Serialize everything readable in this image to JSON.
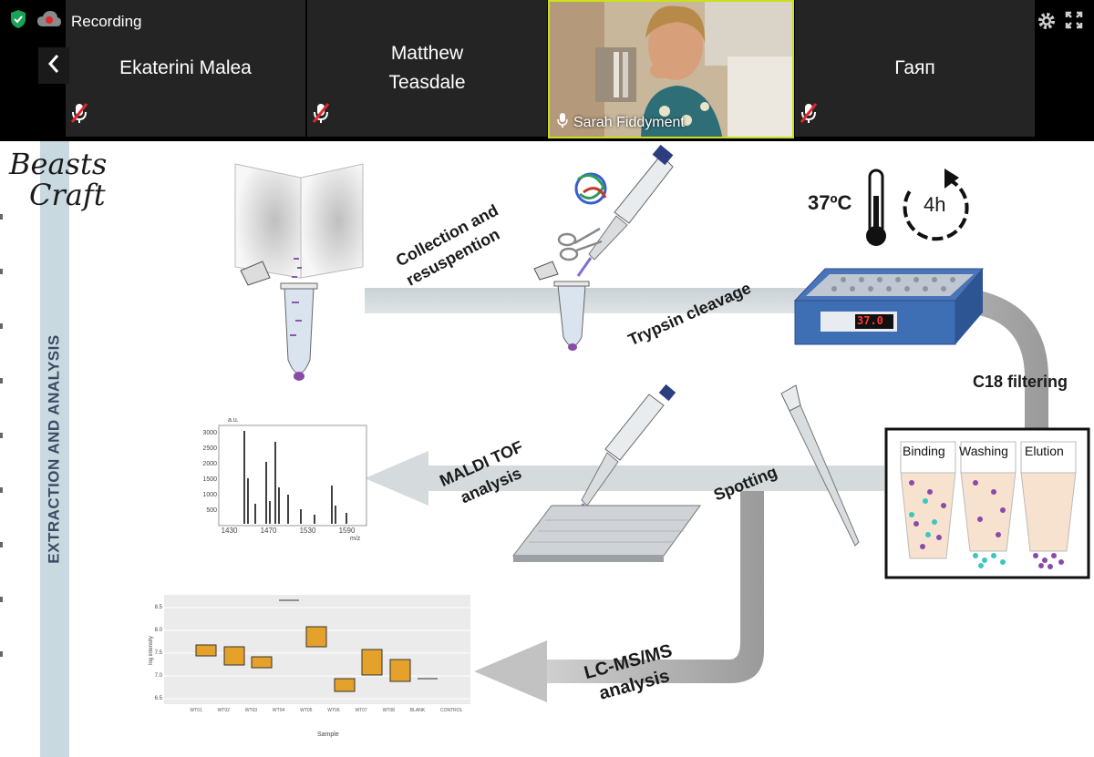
{
  "meeting": {
    "recording_label": "Recording",
    "participants": [
      {
        "name": "Ekaterini Malea",
        "muted": true
      },
      {
        "name": "Matthew\nTeasdale",
        "muted": true
      },
      {
        "name": "Sarah Fiddyment",
        "muted": false,
        "speaking": true
      },
      {
        "name": "Гаяп",
        "muted": true
      }
    ],
    "accent_speaking": "#c9e01a",
    "icons": [
      "shield-check-icon",
      "cloud-record-icon",
      "chevron-left-icon",
      "mic-muted-icon",
      "mic-icon",
      "gear-icon",
      "expand-icon"
    ]
  },
  "slide": {
    "logo_line1": "Beasts",
    "logo_line2": "Craft",
    "section_title": "EXTRACTION AND ANALYSIS",
    "steps": {
      "collection": "Collection and\nresuspention",
      "trypsin": "Trypsin cleavage",
      "temp": "37ºC",
      "time": "4h",
      "heater_display": "37.0",
      "c18": "C18 filtering",
      "binding": "Binding",
      "washing": "Washing",
      "elution": "Elution",
      "spotting": "Spotting",
      "maldi": "MALDI TOF\nanalysis",
      "lcms": "LC-MS/MS\nanalysis"
    },
    "spectrum": {
      "y_ticks": [
        "3000",
        "2500",
        "2000",
        "1500",
        "1000",
        "500"
      ],
      "x_ticks": [
        "1430",
        "1470",
        "1530",
        "1590"
      ],
      "x_unit": "m/z",
      "y_unit": "a.u."
    },
    "boxplot": {
      "ylabel": "log intensity",
      "xlabel": "Sample",
      "y_ticks": [
        "8.5",
        "8.0",
        "7.5",
        "7.0",
        "6.5"
      ],
      "categories": [
        "WT01",
        "WT02",
        "WT03",
        "WT04",
        "WT05",
        "WT06",
        "WT07",
        "WT08",
        "BLANK",
        "CONTROL"
      ]
    }
  }
}
